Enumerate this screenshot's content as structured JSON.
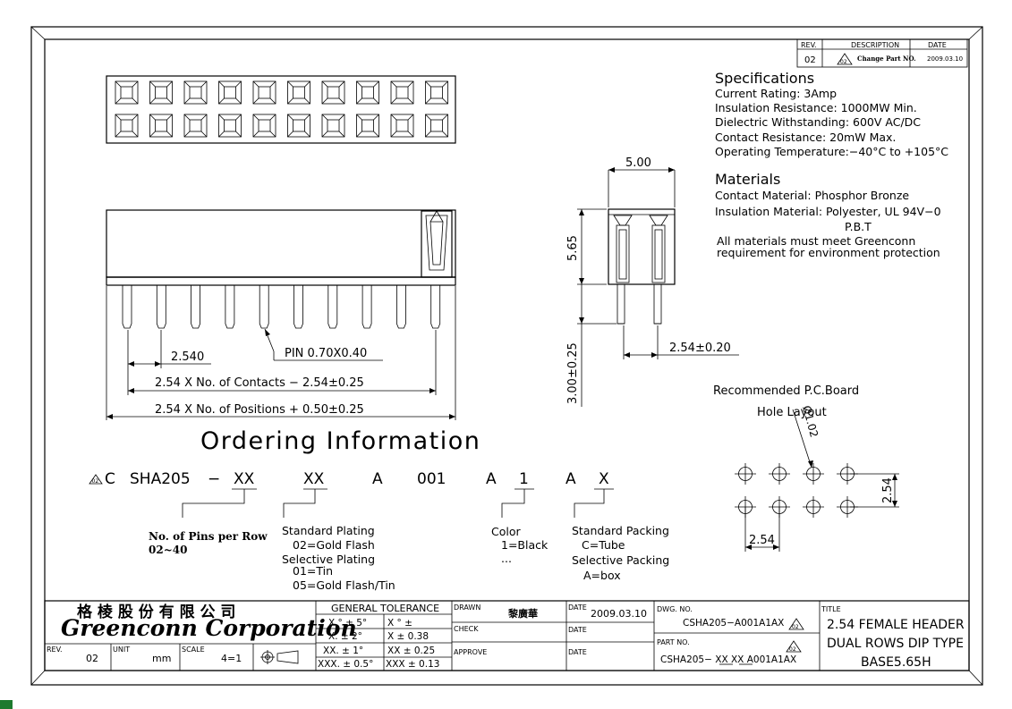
{
  "revision_block": {
    "headers": [
      "REV.",
      "DESCRIPTION",
      "DATE"
    ],
    "rev": "02",
    "rev_badge": "02",
    "description": "Change Part NO.",
    "date": "2009.03.10"
  },
  "specifications": {
    "heading": "Specifications",
    "lines": [
      "Current Rating:  3Amp",
      "Insulation Resistance: 1000MW Min.",
      "Dielectric Withstanding:  600V AC/DC",
      "Contact Resistance:  20mW Max.",
      "Operating Temperature:−40°C to +105°C"
    ]
  },
  "materials": {
    "heading": "Materials",
    "lines": [
      "Contact Material: Phosphor Bronze",
      "Insulation Material: Polyester, UL 94V−0",
      "P.B.T",
      "All materials must meet Greenconn",
      "requirement for environment protection"
    ]
  },
  "dimensions": {
    "side_width": "5.00",
    "side_height": "5.65",
    "pin_length": "3.00±0.25",
    "pin_spacing": "2.54±0.20",
    "pitch": "2.540",
    "pin_size": "PIN 0.70X0.40",
    "contacts_formula": "2.54 X No. of Contacts − 2.54±0.25",
    "positions_formula": "2.54 X No. of Positions + 0.50±0.25"
  },
  "pcb": {
    "title": "Recommended P.C.Board",
    "subtitle": "Hole Layout",
    "hole_dia": "Ø1.02",
    "pitch_v": "2.54",
    "pitch_h": "2.54"
  },
  "ordering": {
    "heading": "Ordering Information",
    "badge": "02",
    "code_parts": [
      "C",
      "SHA205",
      "−",
      "XX",
      "XX",
      "A",
      "001",
      "A",
      "1",
      "A",
      "X"
    ],
    "pins_label": "No. of Pins per Row",
    "pins_range": "02~40",
    "plating_lines": [
      "Standard Plating",
      "02=Gold Flash",
      "Selective Plating",
      "01=Tin",
      "05=Gold Flash/Tin"
    ],
    "color_lines": [
      "Color",
      "1=Black",
      "..."
    ],
    "packing_lines": [
      "Standard Packing",
      "C=Tube",
      "Selective Packing",
      "A=box"
    ]
  },
  "title_block": {
    "company_cn": "格 棱 股 份 有 限 公 司",
    "company_en": "Greenconn Corporation",
    "tolerance_header": "GENERAL TOLERANCE",
    "tolerances": [
      [
        "X.° ± 5°",
        "X °  ±"
      ],
      [
        "X. ± 2°",
        "X      ± 0.38"
      ],
      [
        "XX. ± 1°",
        "XX   ± 0.25"
      ],
      [
        "XXX. ± 0.5°",
        "XXX ± 0.13"
      ]
    ],
    "drawn_label": "DRAWN",
    "drawn_by": "黎廣華",
    "check_label": "CHECK",
    "approve_label": "APPROVE",
    "date_label": "DATE",
    "date_value": "2009.03.10",
    "dwg_no_label": "DWG. NO.",
    "dwg_no": "CSHA205−A001A1AX",
    "part_no_label": "PART NO.",
    "part_no": "CSHA205− XX XX A001A1AX",
    "title_label": "TITLE",
    "title_lines": [
      "2.54 FEMALE HEADER",
      "DUAL ROWS DIP TYPE",
      "BASE5.65H"
    ],
    "rev_label": "REV.",
    "rev_value": "02",
    "unit_label": "UNIT",
    "unit_value": "mm",
    "scale_label": "SCALE",
    "scale_value": "4=1",
    "badge": "02"
  }
}
